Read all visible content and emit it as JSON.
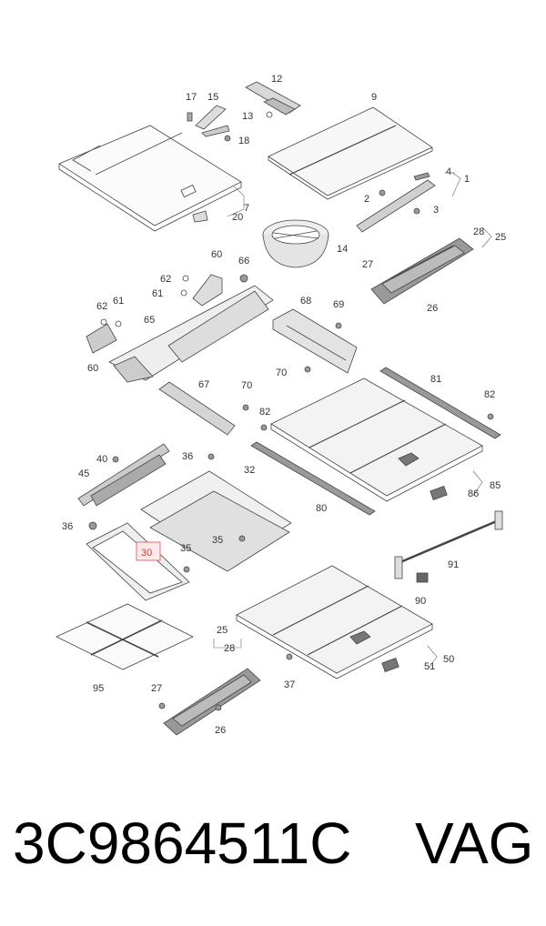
{
  "diagram": {
    "callouts": {
      "c1": "1",
      "c2": "2",
      "c3": "3",
      "c4": "4",
      "c7": "7",
      "c9": "9",
      "c12": "12",
      "c13": "13",
      "c14": "14",
      "c15": "15",
      "c17": "17",
      "c18": "18",
      "c20": "20",
      "c25a": "25",
      "c25b": "25",
      "c26a": "26",
      "c26b": "26",
      "c27a": "27",
      "c27b": "27",
      "c28a": "28",
      "c28b": "28",
      "c30": "30",
      "c32": "32",
      "c35a": "35",
      "c35b": "35",
      "c36a": "36",
      "c36b": "36",
      "c37": "37",
      "c40": "40",
      "c45": "45",
      "c50": "50",
      "c51": "51",
      "c60a": "60",
      "c60b": "60",
      "c61a": "61",
      "c61b": "61",
      "c62a": "62",
      "c62b": "62",
      "c65": "65",
      "c66": "66",
      "c67": "67",
      "c68": "68",
      "c69": "69",
      "c70a": "70",
      "c70b": "70",
      "c80": "80",
      "c81": "81",
      "c82a": "82",
      "c82b": "82",
      "c85": "85",
      "c86": "86",
      "c90": "90",
      "c91": "91",
      "c95": "95"
    },
    "highlight_color": "#e07070"
  },
  "footer": {
    "part_number": "3C9864511C",
    "brand": "VAG"
  }
}
